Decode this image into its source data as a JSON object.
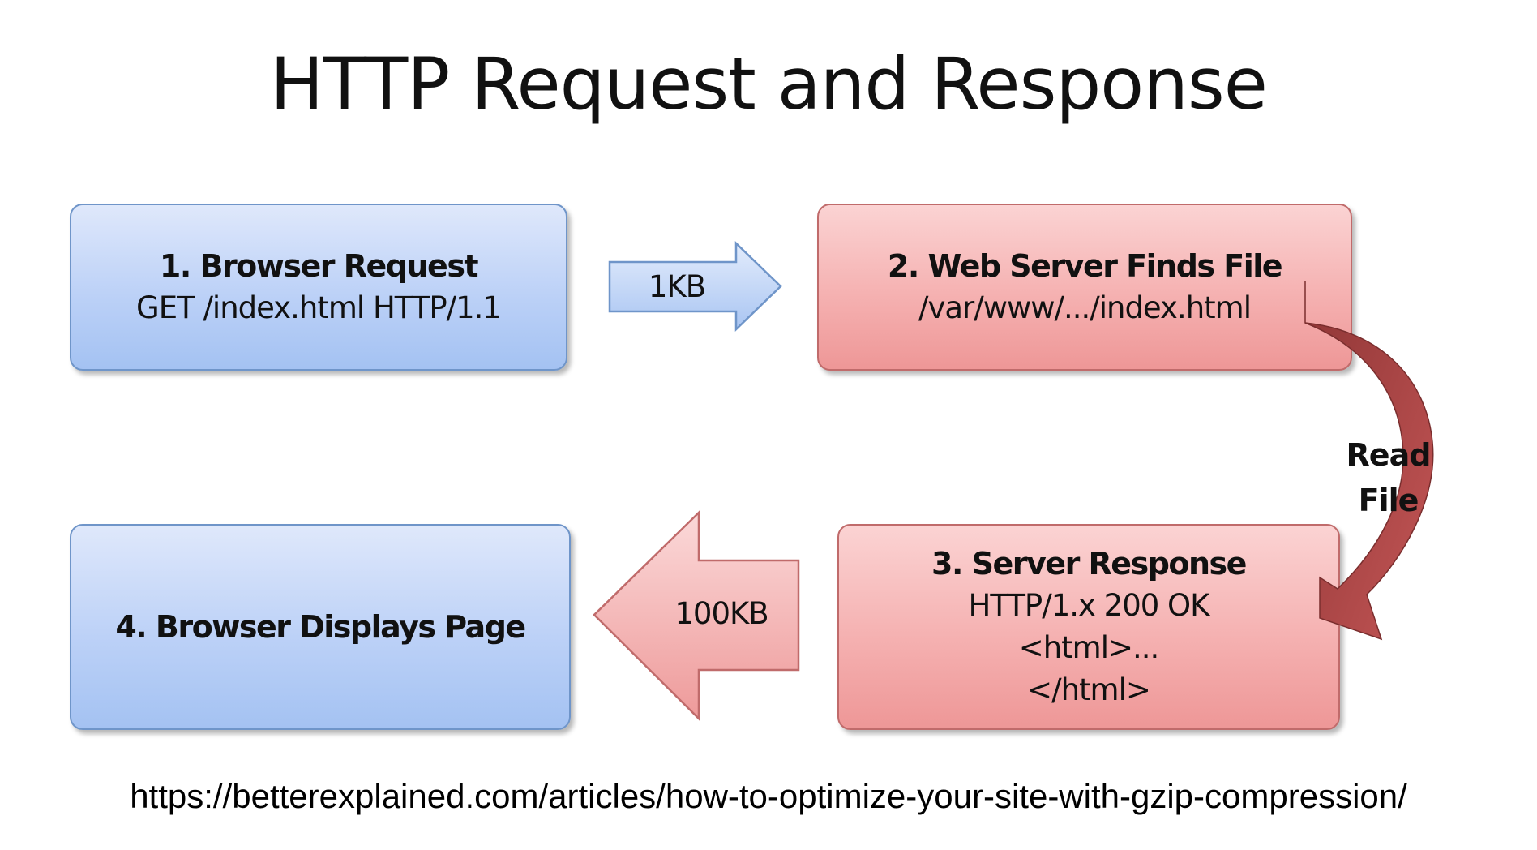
{
  "title": "HTTP Request and Response",
  "boxes": {
    "browser_request": {
      "heading": "1. Browser Request",
      "detail": "GET /index.html HTTP/1.1"
    },
    "server_finds_file": {
      "heading": "2. Web Server Finds File",
      "detail": "/var/www/.../index.html"
    },
    "server_response": {
      "heading": "3. Server Response",
      "lines": [
        "HTTP/1.x 200 OK",
        "<html>...",
        "</html>"
      ]
    },
    "browser_displays": {
      "heading": "4. Browser Displays Page"
    }
  },
  "arrows": {
    "request_size": "1KB",
    "response_size": "100KB",
    "read_file": [
      "Read",
      "File"
    ]
  },
  "colors": {
    "client_box": "#bcd1f7",
    "server_box": "#f5b1b1",
    "curved_arrow": "#a84444"
  },
  "source_url": "https://betterexplained.com/articles/how-to-optimize-your-site-with-gzip-compression/"
}
